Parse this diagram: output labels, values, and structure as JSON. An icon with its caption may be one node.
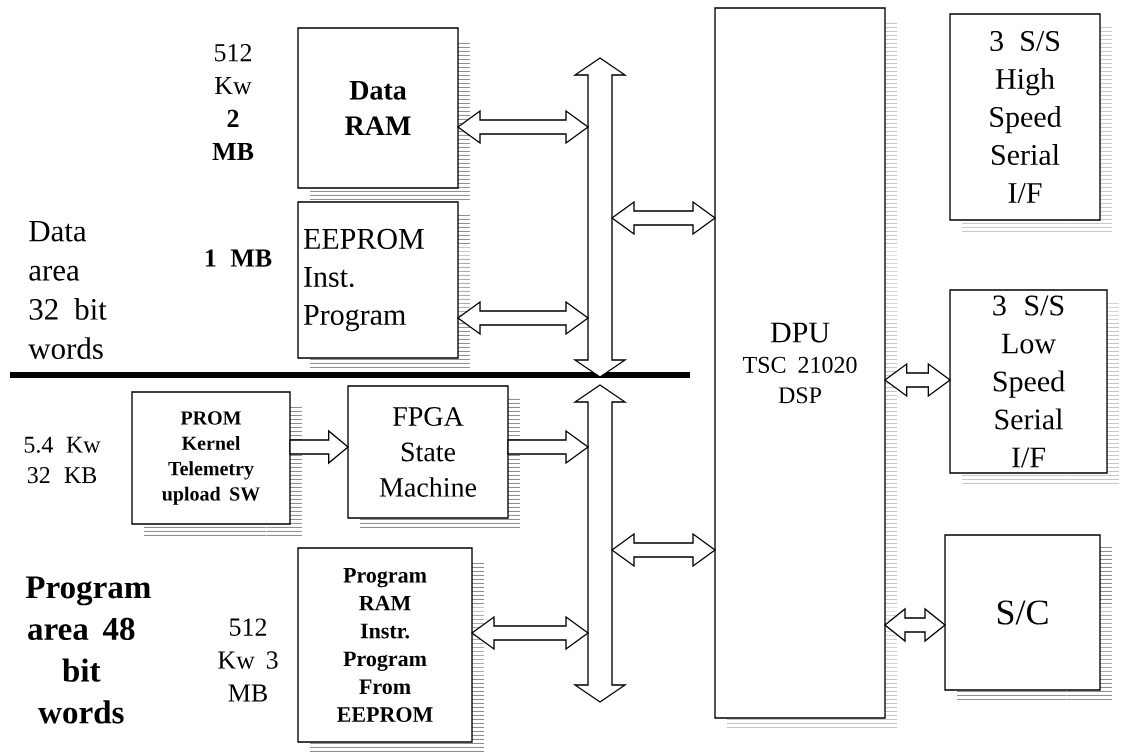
{
  "diagram": {
    "nodes": [
      {
        "text": [
          "Data RAM"
        ],
        "beside": [
          "512 Kw",
          "2 MB"
        ]
      },
      {
        "text": [
          "EEPROM Inst. Program"
        ],
        "beside": [
          "1 MB"
        ]
      },
      {
        "text": [],
        "shape": "bar"
      },
      {
        "text": [
          "DPU",
          "TSC 21020 DSP"
        ]
      },
      {
        "text": [
          "3 S/S High Speed Serial I/F"
        ]
      },
      {
        "text": [
          "3 S/S Low Speed Serial I/F"
        ]
      },
      {
        "text": [
          "S/C"
        ]
      },
      {
        "text": [
          "PROM Kernel Telemetry upload SW"
        ],
        "beside": [
          "5.4 Kw 32 KB"
        ]
      },
      {
        "text": [
          "FPGA State Machine"
        ]
      },
      {
        "text": [],
        "shape": "bar"
      },
      {
        "text": [
          "Program RAM Instr. Program From EEPROM"
        ],
        "beside": [
          "512 Kw 3 MB"
        ]
      }
    ],
    "edges": [
      {
        "from": 0,
        "to": 2,
        "arrow": "both"
      },
      {
        "from": 1,
        "to": 2,
        "arrow": "both"
      },
      {
        "from": 2,
        "to": 3,
        "arrow": "both"
      },
      {
        "from": 7,
        "to": 8,
        "arrow": "to"
      },
      {
        "from": 8,
        "to": 9,
        "arrow": "to"
      },
      {
        "from": 10,
        "to": 9,
        "arrow": "both"
      },
      {
        "from": 9,
        "to": 3,
        "arrow": "both"
      },
      {
        "from": 3,
        "to": 5,
        "arrow": "both"
      },
      {
        "from": 3,
        "to": 6,
        "arrow": "both"
      }
    ],
    "labels": [
      "Data area 32 bit words",
      "Program area 48 bit words"
    ]
  }
}
